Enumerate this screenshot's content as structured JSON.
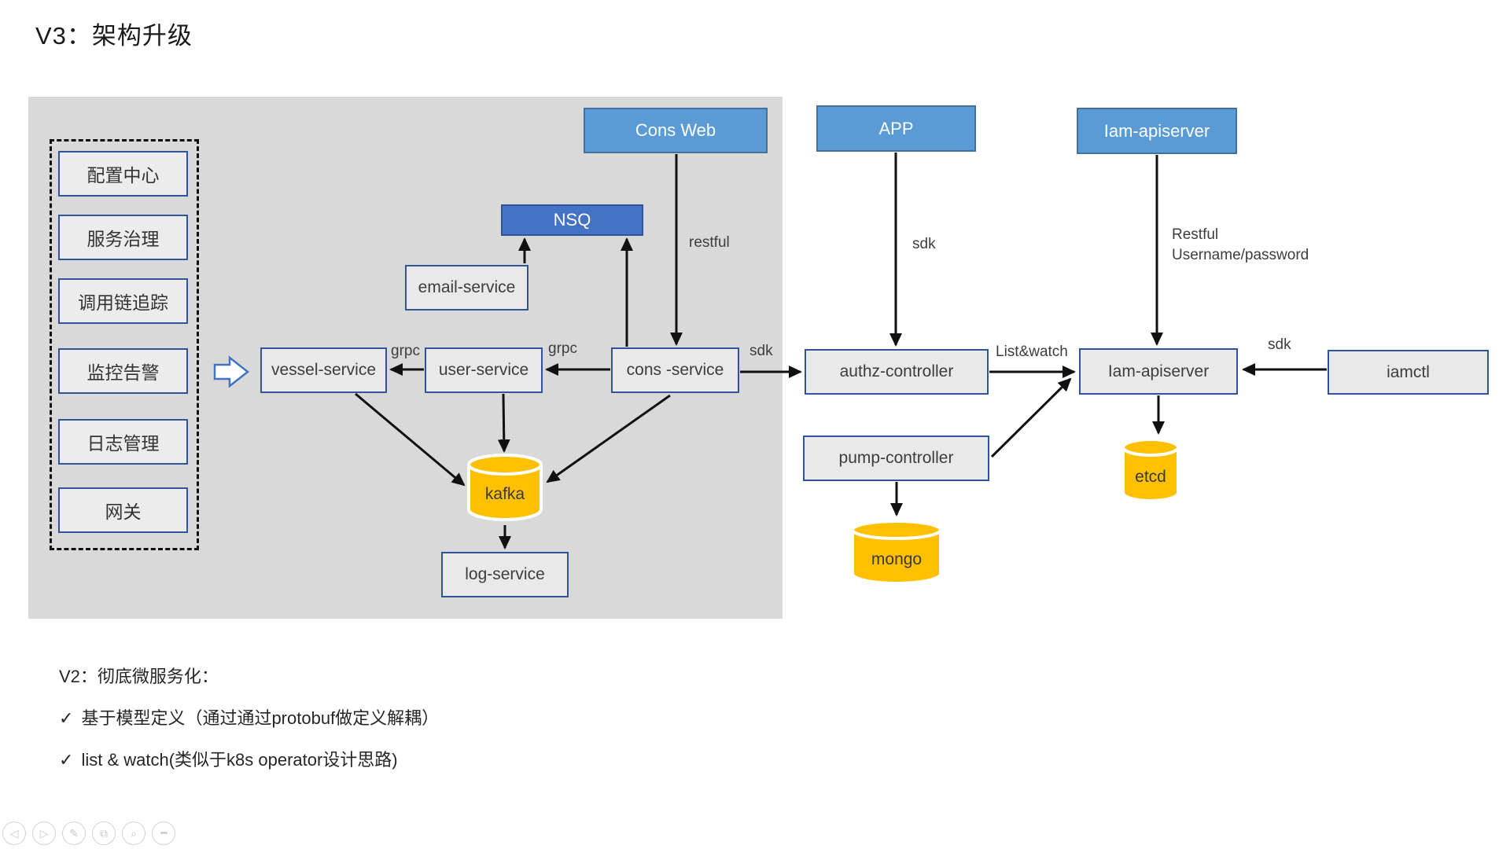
{
  "title": "V3：架构升级",
  "panel_items": [
    "配置中心",
    "服务治理",
    "调用链追踪",
    "监控告警",
    "日志管理",
    "网关"
  ],
  "nodes": {
    "cons_web": "Cons Web",
    "nsq": "NSQ",
    "email_service": "email-service",
    "vessel_service": "vessel-service",
    "user_service": "user-service",
    "cons_service": "cons -service",
    "kafka": "kafka",
    "log_service": "log-service",
    "app": "APP",
    "authz_controller": "authz-controller",
    "pump_controller": "pump-controller",
    "mongo": "mongo",
    "iam_apiserver_top": "Iam-apiserver",
    "iam_apiserver": "Iam-apiserver",
    "etcd": "etcd",
    "iamctl": "iamctl"
  },
  "edge_labels": {
    "grpc_user_to_vessel": "grpc",
    "grpc_cons_to_user": "grpc",
    "restful_consweb": "restful",
    "sdk_cons_to_authz": "sdk",
    "sdk_app": "sdk",
    "list_and_watch": "List&watch",
    "restful_line1": "Restful",
    "restful_line2": "Username/password",
    "sdk_iamctl": "sdk"
  },
  "notes": {
    "heading": "V2：彻底微服务化：",
    "check": "✓",
    "bullet1": "基于模型定义（通过通过protobuf做定义解耦）",
    "bullet2": "list & watch(类似于k8s operator设计思路)"
  },
  "toolbar": {
    "icons": [
      {
        "name": "previous-slide",
        "glyph": "◁"
      },
      {
        "name": "next-slide",
        "glyph": "▷"
      },
      {
        "name": "pen-tool",
        "glyph": "✎"
      },
      {
        "name": "slide-panel",
        "glyph": "⧉"
      },
      {
        "name": "zoom-tool",
        "glyph": "⌕"
      },
      {
        "name": "more-options",
        "glyph": "•••"
      }
    ]
  },
  "colors": {
    "header_blue": "#5B9BD5",
    "nsq_blue": "#4472C4",
    "box_border_blue": "#2F5597",
    "cylinder_yellow": "#FFC000",
    "panel_gray": "#D9D9D9",
    "box_fill": "#E9E9E9",
    "arrow_black": "#111111"
  }
}
